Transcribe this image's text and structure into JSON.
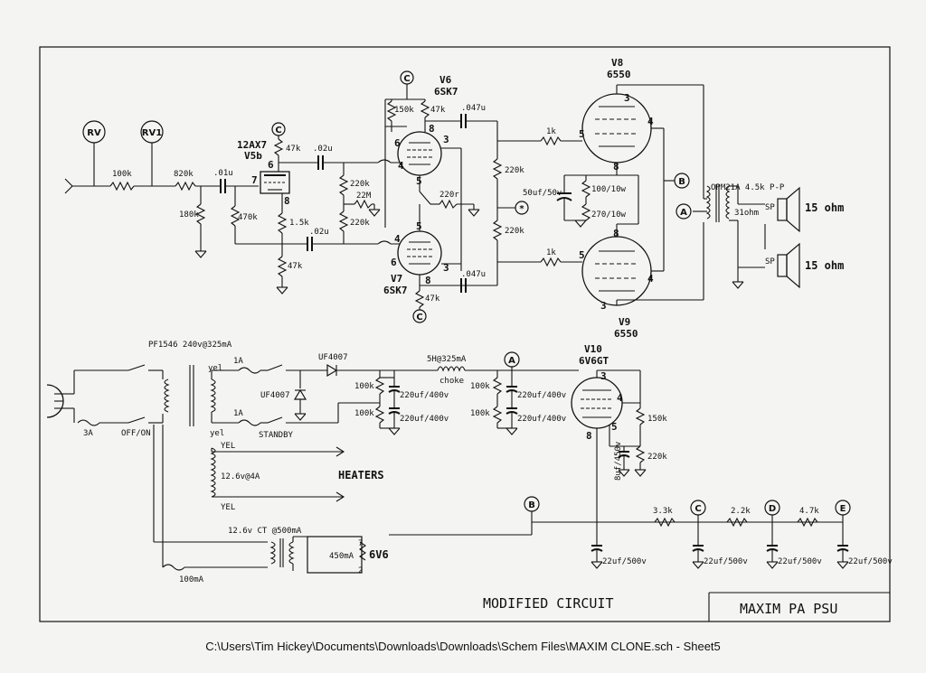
{
  "title_block": {
    "sheet_title": "MAXIM PA PSU",
    "note": "MODIFIED CIRCUIT"
  },
  "footer": {
    "path": "C:\\Users\\Tim Hickey\\Documents\\Downloads\\Downloads\\Schem Files\\MAXIM CLONE.sch  -  Sheet5"
  },
  "connectors": {
    "rv": "RV",
    "rv1": "RV1",
    "c": "C",
    "b": "B",
    "a": "A",
    "d": "D",
    "e": "E",
    "star": "*"
  },
  "tubes": {
    "v5": {
      "type": "12AX7",
      "ref": "V5b"
    },
    "v6": {
      "ref": "V6",
      "type": "6SK7"
    },
    "v7": {
      "ref": "V7",
      "type": "6SK7"
    },
    "v8": {
      "ref": "V8",
      "type": "6550"
    },
    "v9": {
      "ref": "V9",
      "type": "6550"
    },
    "v10": {
      "ref": "V10",
      "type": "6V6GT"
    }
  },
  "pins": {
    "p1": "1",
    "p2": "2",
    "p3": "3",
    "p4": "4",
    "p5": "5",
    "p6": "6",
    "p7": "7",
    "p8": "8"
  },
  "preamp": {
    "r_100k": "100k",
    "r_820k": "820k",
    "r_180k": "180k",
    "c_01u": ".01u",
    "r_470k": "470k",
    "r_47k_top": "47k",
    "r_1_5k": "1.5k",
    "r_47k_bot": "47k",
    "c_02u_top": ".02u",
    "c_02u_bot": ".02u",
    "r_220k_a": "220k",
    "r_22m": "22M",
    "r_220k_b": "220k"
  },
  "phase": {
    "r_150k": "150k",
    "r_47k_v6": "47k",
    "c_047u_top": ".047u",
    "r_220r": "220r",
    "r_47k_v7": "47k",
    "c_047u_bot": ".047u",
    "r_220k_top": "220k",
    "r_220k_bot": "220k"
  },
  "output": {
    "r_1k_top": "1k",
    "r_1k_bot": "1k",
    "cap_50u": "50uf/50v",
    "r_100_10w": "100/10w",
    "r_270_10w": "270/10w",
    "transformer": "OPM21A 4.5k P-P",
    "ohm31": "31ohm",
    "sp": "SP",
    "speaker1": "15 ohm",
    "speaker2": "15 ohm"
  },
  "psu": {
    "transformer": "PF1546 240v@325mA",
    "yel_top": "yel",
    "yel_bot": "yel",
    "fuse_3a": "3A",
    "offon": "OFF/ON",
    "fuse_1a_top": "1A",
    "fuse_1a_bot": "1A",
    "standby": "STANDBY",
    "uf4007_a": "UF4007",
    "uf4007_b": "UF4007",
    "choke_val": "5H@325mA",
    "choke": "choke",
    "r100k_1": "100k",
    "r100k_2": "100k",
    "c220_1": "220uf/400v",
    "c220_2": "220uf/400v",
    "r100k_3": "100k",
    "r100k_4": "100k",
    "c220_3": "220uf/400v",
    "c220_4": "220uf/400v",
    "r150k": "150k",
    "r220k": "220k",
    "c8uf": "8uf/450v",
    "yel_h1": "YEL",
    "yel_h2": "YEL",
    "heater_v": "12.6v@4A",
    "heaters": "HEATERS",
    "ct": "12.6v CT @500mA",
    "ma450": "450mA",
    "v6v6": "6V6",
    "ma100": "100mA",
    "r3_3k": "3.3k",
    "r2_2k": "2.2k",
    "r4_7k": "4.7k",
    "c22_1": "22uf/500v",
    "c22_2": "22uf/500v",
    "c22_3": "22uf/500v",
    "c22_4": "22uf/500v"
  }
}
